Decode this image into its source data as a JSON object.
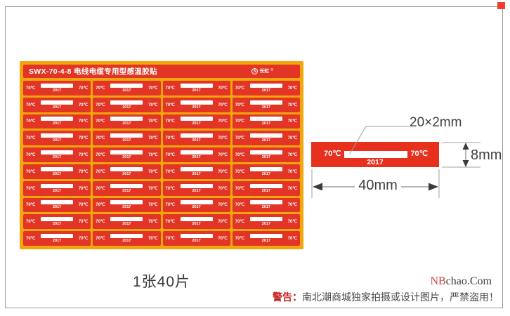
{
  "sheet": {
    "title": "SWX-70-4-8 电线电缆专用型感温胶贴",
    "brand": {
      "logo_letter": "S",
      "logo_text": "长虹",
      "registered": "®"
    },
    "grid": {
      "rows": 10,
      "cols": 4,
      "total_labels": 40
    },
    "label": {
      "left_temp": "70℃",
      "right_temp": "70℃",
      "year": "2017"
    },
    "colors": {
      "sheet_yellow": "#f2a50c",
      "label_red": "#e23526"
    }
  },
  "diagram": {
    "label": {
      "left_temp": "70℃",
      "right_temp": "70℃",
      "year": "2017"
    },
    "dimensions": {
      "bar_size": "20×2mm",
      "label_height": "8mm",
      "label_width": "40mm"
    },
    "colors": {
      "label_red": "#e8301f",
      "line_gray": "#a0a0a0",
      "text_dark": "#3f3f3f"
    }
  },
  "caption": "1张40片",
  "watermark": {
    "prefix": "NB",
    "suffix": "chao.Com"
  },
  "warning": {
    "prefix": "警告：",
    "text": "南北潮商城独家拍摄或设计图片，严禁盗用！"
  }
}
